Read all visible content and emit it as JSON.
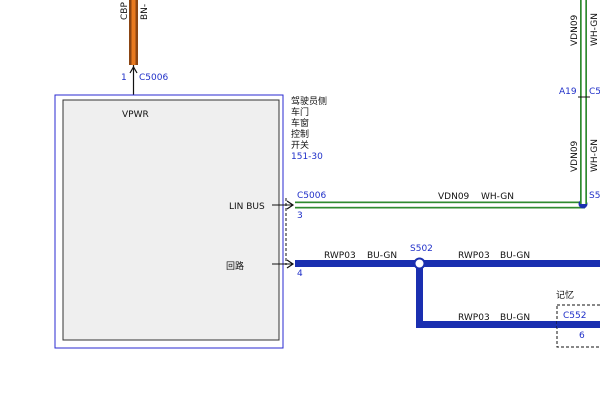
{
  "top_wire": {
    "circuit": "CBP",
    "color": "BN-",
    "pin": "1",
    "connector": "C5006"
  },
  "module": {
    "name_lines": [
      "驾驶员侧",
      "车门",
      "车窗",
      "控制",
      "开关"
    ],
    "ref": "151-30",
    "pin_label_vpwr": "VPWR",
    "pin_label_lin": "LIN BUS",
    "pin_label_ground": "回路"
  },
  "lin_wire": {
    "connector": "C5006",
    "pin": "3",
    "circuit": "VDN09",
    "color": "WH-GN",
    "splice": "S5"
  },
  "ground_wire": {
    "pin": "4",
    "circuit1": "RWP03",
    "color1": "BU-GN",
    "splice": "S502",
    "circuit2": "RWP03",
    "color2": "BU-GN",
    "circuit3": "RWP03",
    "color3": "BU-GN"
  },
  "right_vertical": {
    "circuit_top": "VDN09",
    "color_top": "WH-GN",
    "pin": "A19",
    "connector": "C5",
    "circuit_bottom": "VDN09",
    "color_bottom": "WH-GN"
  },
  "memory": {
    "label": "记忆",
    "connector": "C552",
    "pin": "6"
  },
  "colors": {
    "blue_wire": "#1a2fb0",
    "green_wire": "#2e8b2e",
    "brown_wire": "#8b4513",
    "orange_wire": "#e87a20",
    "label_blue": "#1f2fc8"
  }
}
